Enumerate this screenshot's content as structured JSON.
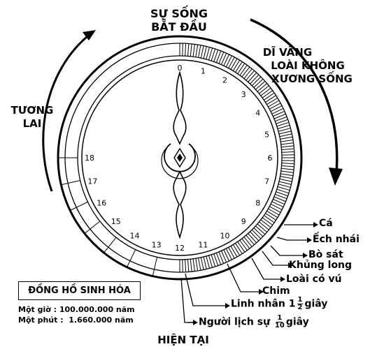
{
  "labels": {
    "top_line1": "SỰ SỐNG",
    "top_line2": "BẮT ĐẦU",
    "future_line1": "TƯƠNG",
    "future_line2": "LAI",
    "past_line1": "DĨ VÃNG",
    "past_line2": "LOÀI KHÔNG",
    "past_line3": "XƯƠNG SỐNG",
    "bottom": "HIỆN TẠI"
  },
  "dial_numbers": [
    "0",
    "1",
    "2",
    "3",
    "4",
    "5",
    "6",
    "7",
    "8",
    "9",
    "10",
    "11",
    "12",
    "13",
    "14",
    "15",
    "16",
    "17",
    "18"
  ],
  "title_box": "ĐỒNG HỒ SINH HÓA",
  "scale": {
    "hour_label": "Một giờ : 100.000.000 năm",
    "minute_label": "Một phút :  1.660.000 năm"
  },
  "legend": {
    "fish": "Cá",
    "amphibian": "Ếch nhái",
    "reptile": "Bò sát",
    "dinosaur": "Khủng long",
    "mammal": "Loài có vú",
    "bird": "Chim",
    "ape_prefix": "Linh nhân 1",
    "ape_num": "1",
    "ape_den": "2",
    "ape_suffix": "giây",
    "human_prefix": "Người lịch sự",
    "human_num": "1",
    "human_den": "10",
    "human_suffix": "giây"
  }
}
